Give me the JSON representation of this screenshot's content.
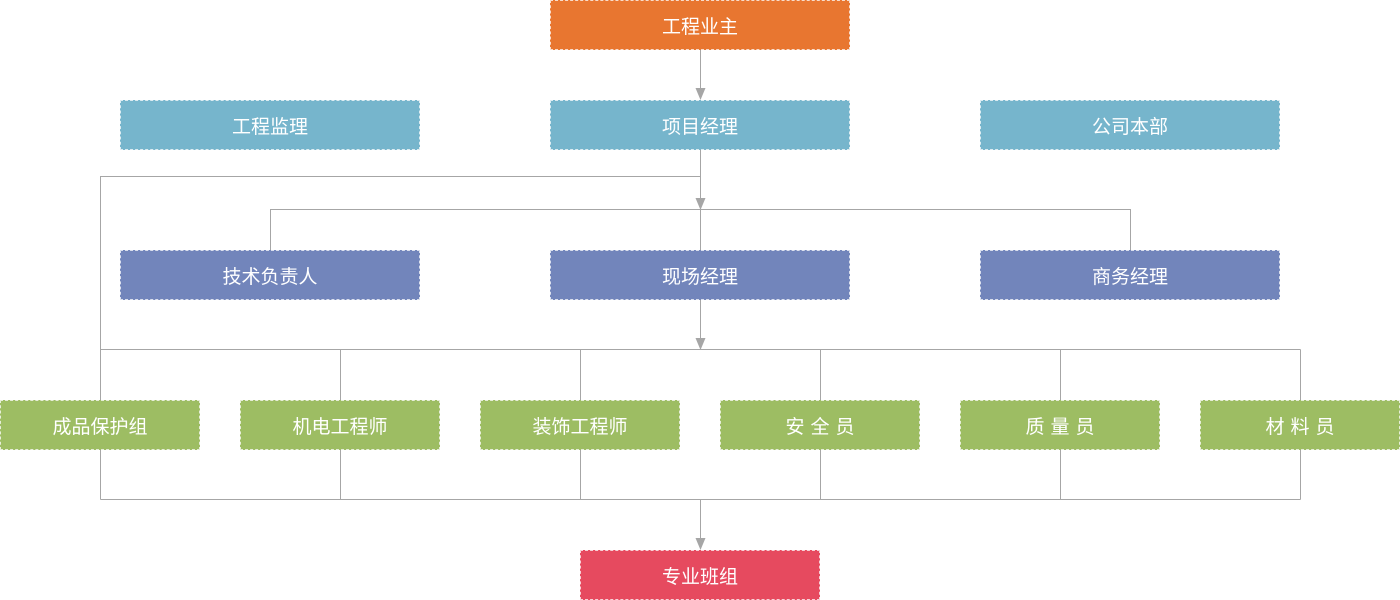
{
  "colors": {
    "owner": "#E87630",
    "management": "#76B5CC",
    "managers": "#7285BB",
    "staff": "#9DBD63",
    "team": "#E64A5F",
    "connector": "#A6A6A6"
  },
  "nodes": {
    "owner": "工程业主",
    "supervisor": "工程监理",
    "project_manager": "项目经理",
    "headquarters": "公司本部",
    "technical_lead": "技术负责人",
    "site_manager": "现场经理",
    "business_manager": "商务经理",
    "finished_product_group": "成品保护组",
    "mep_engineer": "机电工程师",
    "decoration_engineer": "装饰工程师",
    "safety_officer": "安 全 员",
    "quality_officer": "质 量 员",
    "material_officer": "材 料 员",
    "specialist_team": "专业班组"
  }
}
